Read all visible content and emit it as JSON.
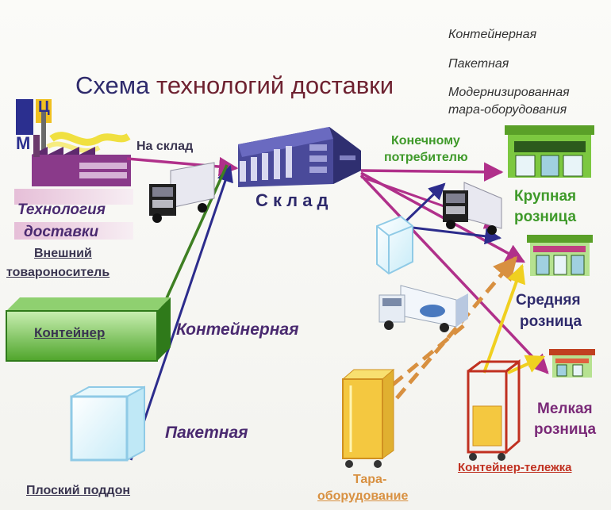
{
  "legend": {
    "container": "Контейнерная",
    "packet": "Пакетная",
    "modern_line1": "Модернизированная",
    "modern_line2": "тара-оборудования"
  },
  "title": {
    "part1": "Схема",
    "part2": "технологий доставки"
  },
  "factory": {
    "letter_m": "М",
    "letter_c": "Ц"
  },
  "labels": {
    "to_warehouse": "На склад",
    "warehouse": "С к л а д",
    "tech_line1": "Технология",
    "tech_line2": "доставки",
    "external_line1": "Внешний",
    "external_line2": "товароноситель",
    "container_box": "Контейнер",
    "container_route": "Контейнерная",
    "packet_route": "Пакетная",
    "flat_pallet": "Плоский поддон",
    "consumer_line1": "Конечному",
    "consumer_line2": "потребителю",
    "large_line1": "Крупная",
    "large_line2": "розница",
    "medium_line1": "Средняя",
    "medium_line2": "розница",
    "small_line1": "Мелкая",
    "small_line2": "розница",
    "tara_line1": "Тара-",
    "tara_line2": "оборудование",
    "cart": "Контейнер-тележка"
  },
  "colors": {
    "magenta": "#b0308a",
    "blue": "#2c2c8c",
    "green": "#3e7f22",
    "orange": "#d89040",
    "yellow": "#f0d020",
    "store_green": "#7cc840"
  }
}
